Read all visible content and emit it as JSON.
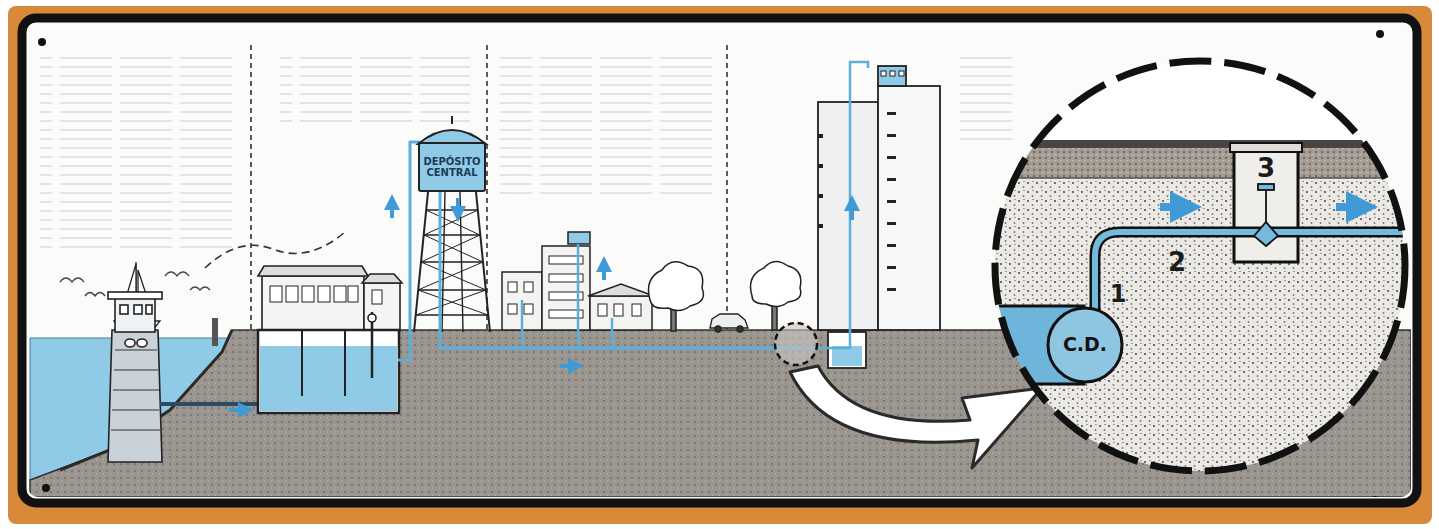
{
  "diagram": {
    "nodes": [
      {
        "text": [
          "DEPÓSITO CENTRAL"
        ]
      },
      {
        "text": [
          "C.D."
        ]
      }
    ],
    "labels": [
      "1",
      "2",
      "3"
    ]
  }
}
